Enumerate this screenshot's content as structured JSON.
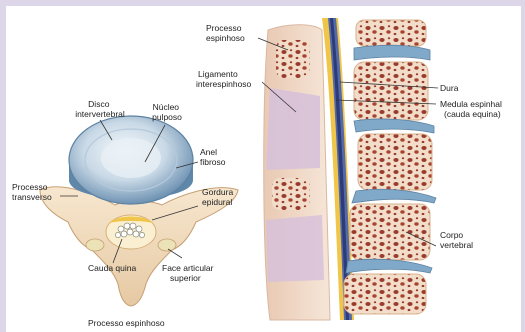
{
  "labels": {
    "disco": [
      "Disco",
      "intervertebral"
    ],
    "nucleo": [
      "Núcleo",
      "pulposo"
    ],
    "anel": [
      "Anel",
      "fibroso"
    ],
    "processo_transverso": [
      "Processo",
      "transverso"
    ],
    "gordura": [
      "Gordura",
      "epidural"
    ],
    "cauda_quina": "Cauda quina",
    "face_articular": [
      "Face articular",
      "superior"
    ],
    "processo_espinhoso_bottom": "Processo espinhoso",
    "processo_espinhoso_top": [
      "Processo",
      "espinhoso"
    ],
    "ligamento": [
      "Ligamento",
      "interespinhoso"
    ],
    "dura": "Dura",
    "medula": [
      "Medula espinhal",
      "(cauda equina)"
    ],
    "corpo": [
      "Corpo",
      "vertebral"
    ]
  },
  "colors": {
    "background": "#ddd6e8",
    "bone": "#f2e2cf",
    "marrow": "#9a3b2c",
    "disc": "#7fa8c9",
    "fat": "#f0c64a",
    "panel": "#ffffff"
  }
}
